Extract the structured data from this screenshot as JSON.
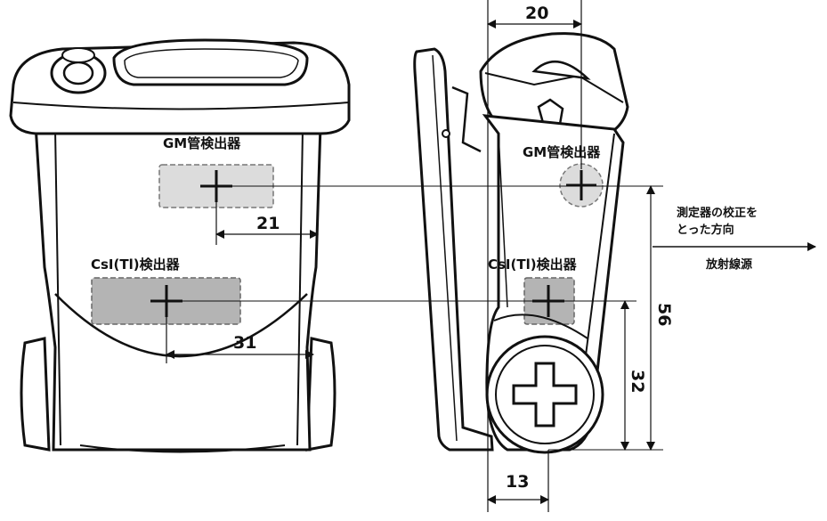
{
  "labels": {
    "front_gm": "GM管検出器",
    "front_csi": "CsI(Tl)検出器",
    "side_gm": "GM管検出器",
    "side_csi": "CsI(Tl)検出器",
    "calib_line1": "測定器の校正を",
    "calib_line2": "とった方向",
    "radiation_source": "放射線源"
  },
  "dimensions": {
    "front_gm_offset": "21",
    "front_csi_offset": "31",
    "side_width": "20",
    "side_bottom": "13",
    "side_height_total": "56",
    "side_height_csi": "32"
  },
  "colors": {
    "stroke": "#111111",
    "gm_fill": "#dcdcdc",
    "csi_fill": "#b4b4b4",
    "body_fill": "#ffffff"
  }
}
